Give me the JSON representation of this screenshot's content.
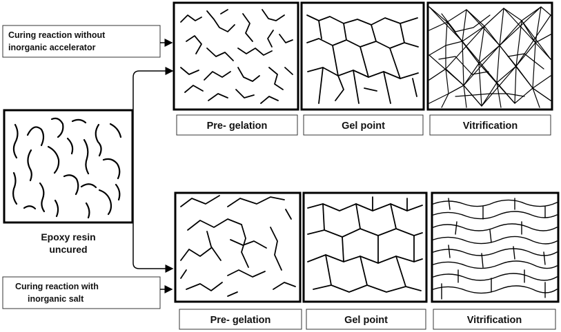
{
  "labels": {
    "top_process": [
      "Curing reaction without",
      "inorganic accelerator"
    ],
    "bottom_process": [
      "Curing reaction with",
      "inorganic salt"
    ],
    "uncured": [
      "Epoxy resin",
      "uncured"
    ]
  },
  "stages_top": [
    "Pre- gelation",
    "Gel point",
    "Vitrification"
  ],
  "stages_bottom": [
    "Pre- gelation",
    "Gel point",
    "Vitrification"
  ]
}
